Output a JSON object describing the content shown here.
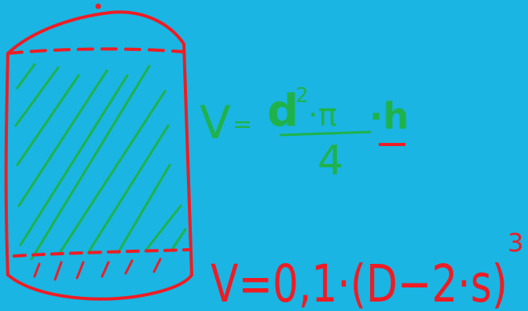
{
  "colors": {
    "background": "#1ab5e2",
    "cylinder": "#ee1c24",
    "hatch": "#1fb24a",
    "formula_green": "#1fb24a",
    "formula_red": "#ee1c24"
  },
  "formula1": {
    "lhs": "V",
    "eq": "=",
    "numerator_d": "d",
    "numerator_exp": "2",
    "numerator_pi": "·π",
    "denominator": "4",
    "times_h": "·h"
  },
  "formula2": {
    "text": "V=0,1·(D−2·s)",
    "exponent": "3"
  }
}
